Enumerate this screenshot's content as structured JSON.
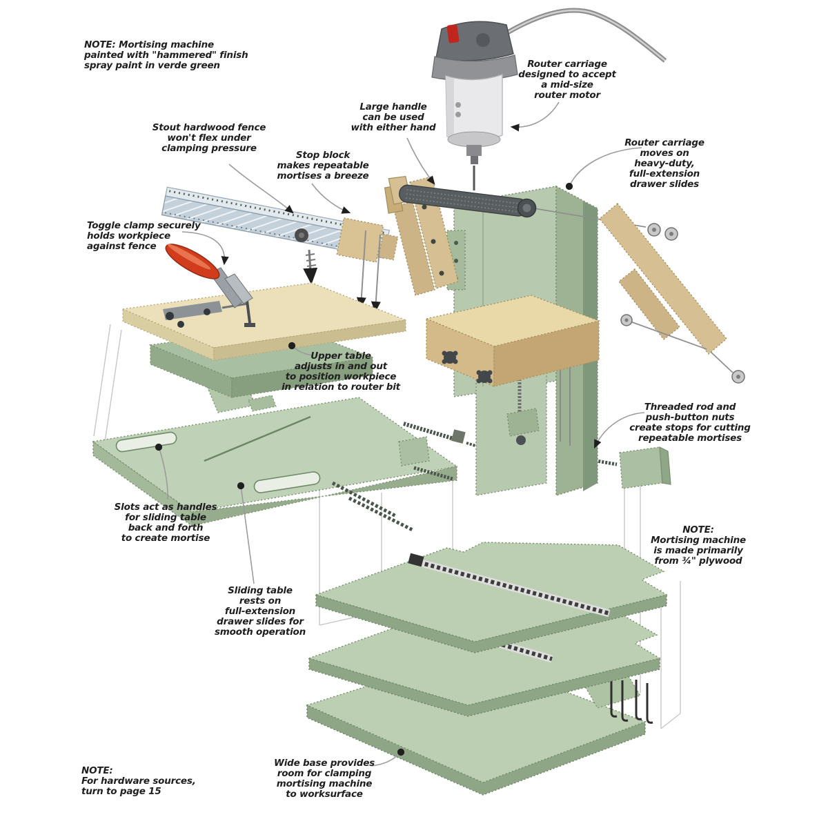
{
  "figure": {
    "subject": "Router mortising machine exploded-view woodworking diagram"
  },
  "palette": {
    "machine_green": "#b7c9ae",
    "machine_green_dark": "#8fa686",
    "wood_tan": "#d6bf92",
    "table_cream": "#ece0ba",
    "fence_gray": "#c5d1da",
    "clamp_red": "#d03c1c",
    "metal_gray": "#8f8f8f"
  },
  "labels": {
    "note_paint": {
      "text": "NOTE: Mortising machine\npainted with \"hammered\" finish\nspray paint in verde green"
    },
    "fence": {
      "text": "Stout hardwood fence\nwon't flex under\nclamping pressure"
    },
    "stop_block": {
      "text": "Stop block\nmakes repeatable\nmortises a breeze"
    },
    "large_handle": {
      "text": "Large handle\ncan be used\nwith either hand"
    },
    "carriage_accept": {
      "text": "Router carriage\ndesigned to accept\na mid-size\nrouter motor"
    },
    "carriage_moves": {
      "text": "Router carriage\nmoves on\nheavy-duty,\nfull-extension\ndrawer slides"
    },
    "toggle_clamp": {
      "text": "Toggle clamp securely\nholds workpiece\nagainst fence"
    },
    "upper_table": {
      "text": "Upper table\nadjusts in and out\nto position workpiece\nin relation to router bit"
    },
    "threaded_rod": {
      "text": "Threaded rod and\npush-button nuts\ncreate stops for cutting\nrepeatable mortises"
    },
    "slots": {
      "text": "Slots act as handles\nfor sliding table\nback and forth\nto create mortise"
    },
    "note_plywood": {
      "text": "NOTE:\nMortising machine\nis made primarily\nfrom ¾\" plywood"
    },
    "sliding_table": {
      "text": "Sliding table\nrests on\nfull-extension\ndrawer slides for\nsmooth operation"
    },
    "wide_base": {
      "text": "Wide base provides\nroom for clamping\nmortising machine\nto worksurface"
    },
    "note_hardware": {
      "text": "NOTE:\nFor hardware sources,\nturn to page 15"
    }
  }
}
